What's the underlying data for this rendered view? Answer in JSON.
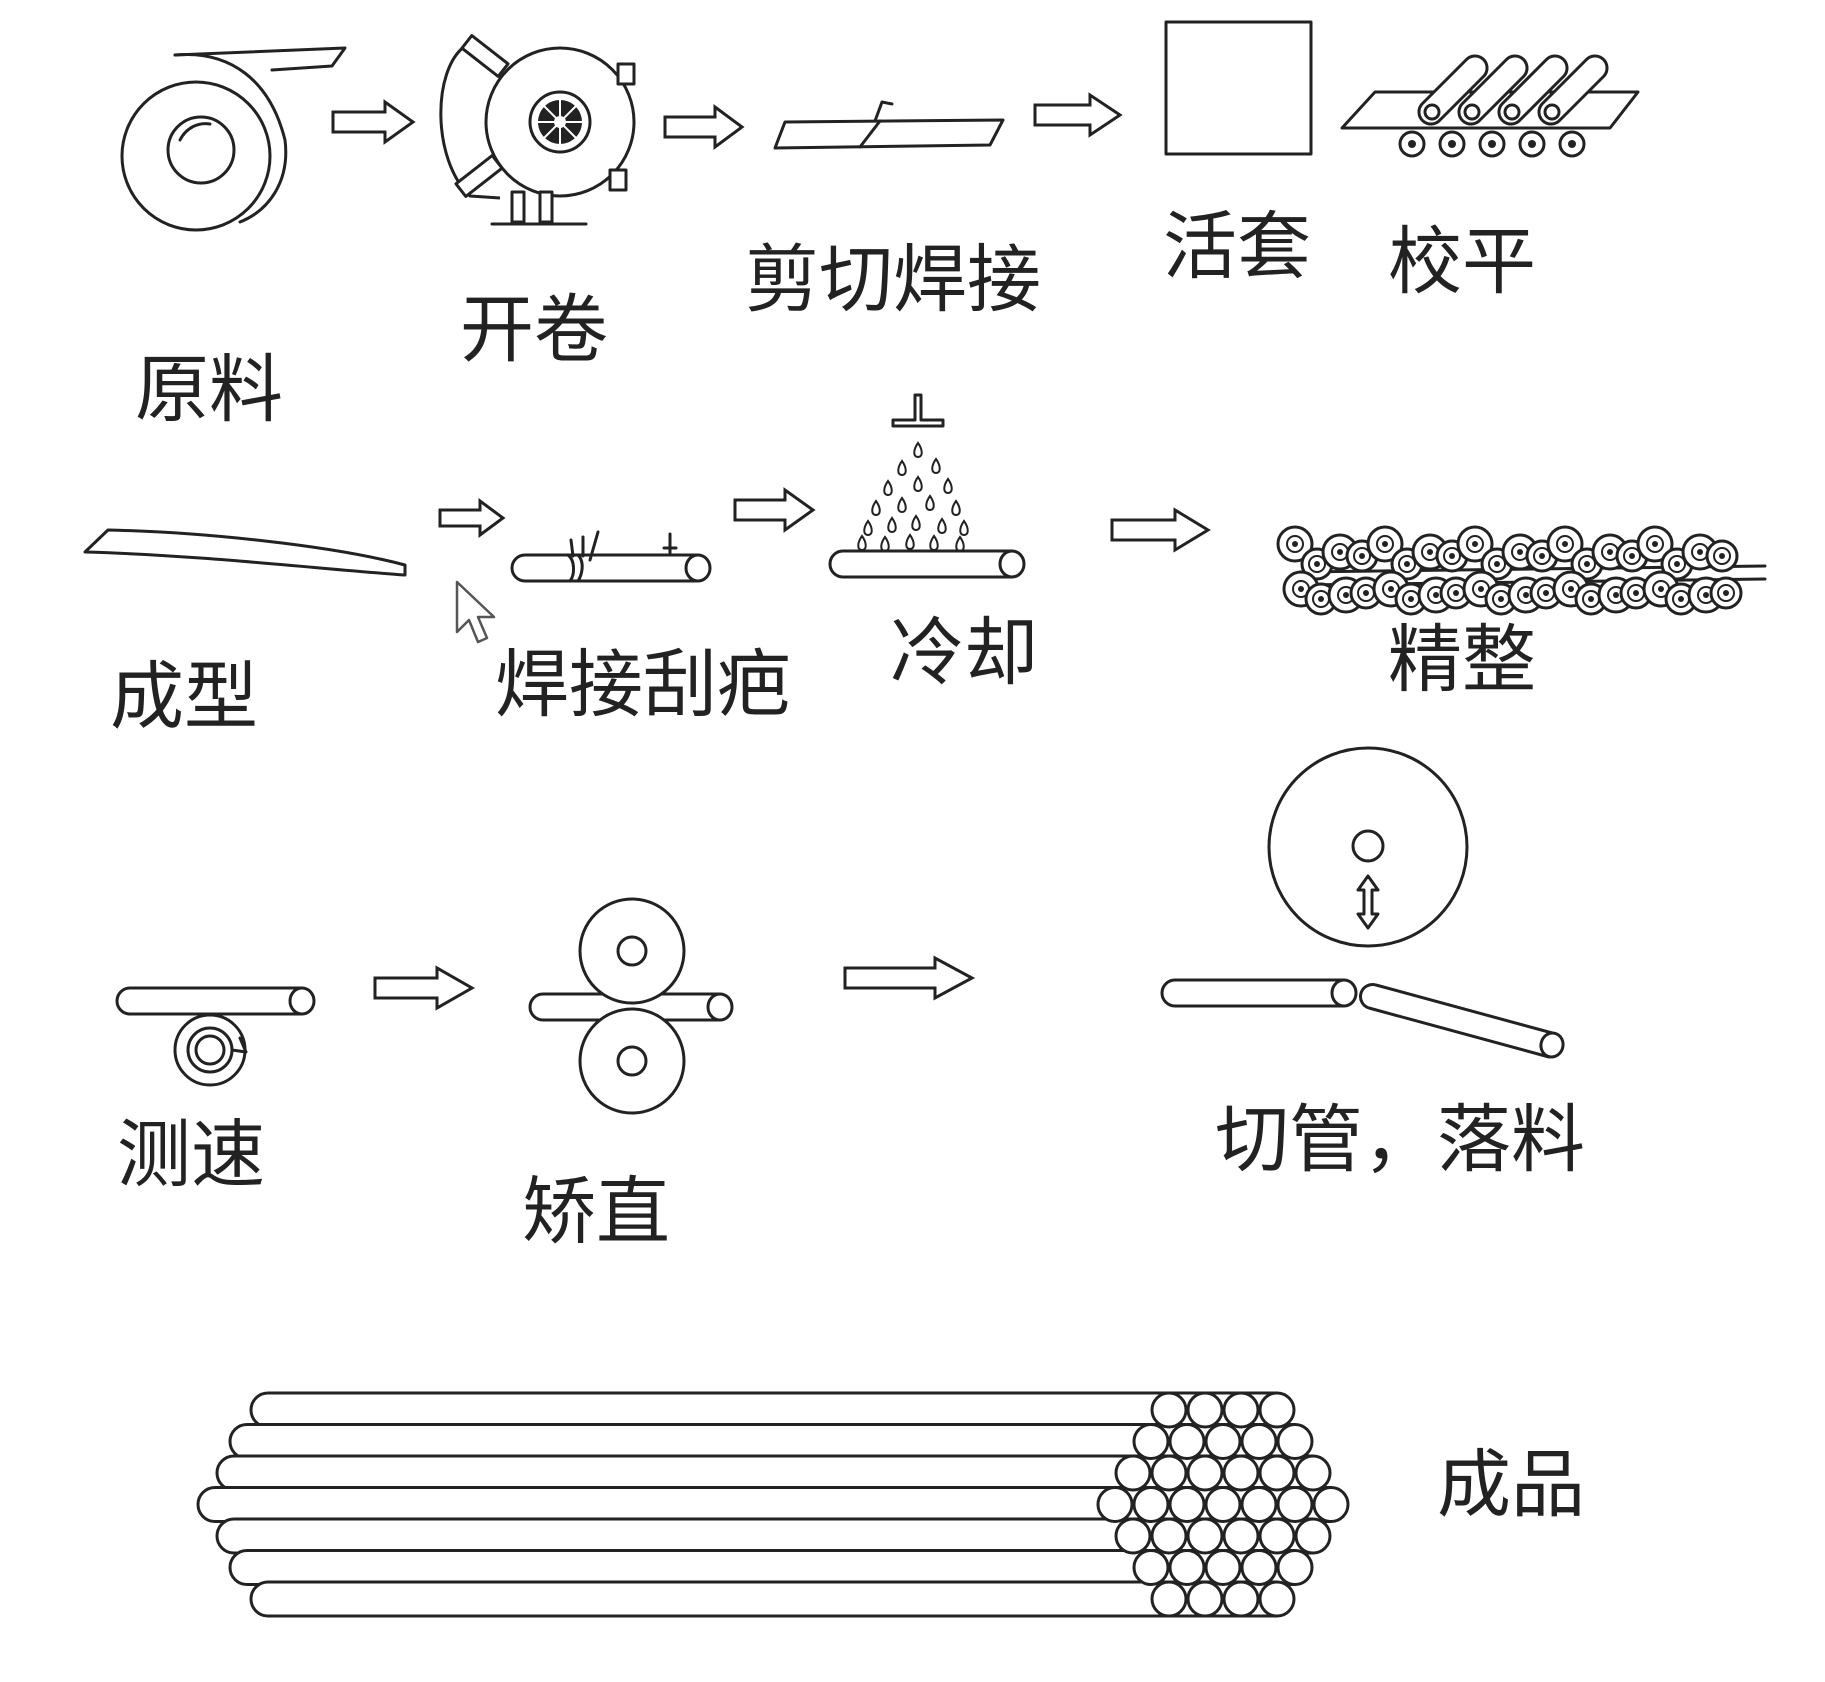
{
  "diagram": {
    "steps": {
      "raw_material": "原料",
      "uncoiling": "开卷",
      "shear_weld": "剪切焊接",
      "looper": "活套",
      "leveling": "校平",
      "forming": "成型",
      "weld_scrape": "焊接刮疤",
      "cooling": "冷却",
      "finishing": "精整",
      "speed_measure": "测速",
      "straightening": "矫直",
      "cut_drop": "切管，落料",
      "product": "成品"
    },
    "colors": {
      "line": "#222222",
      "background": "#ffffff"
    }
  }
}
